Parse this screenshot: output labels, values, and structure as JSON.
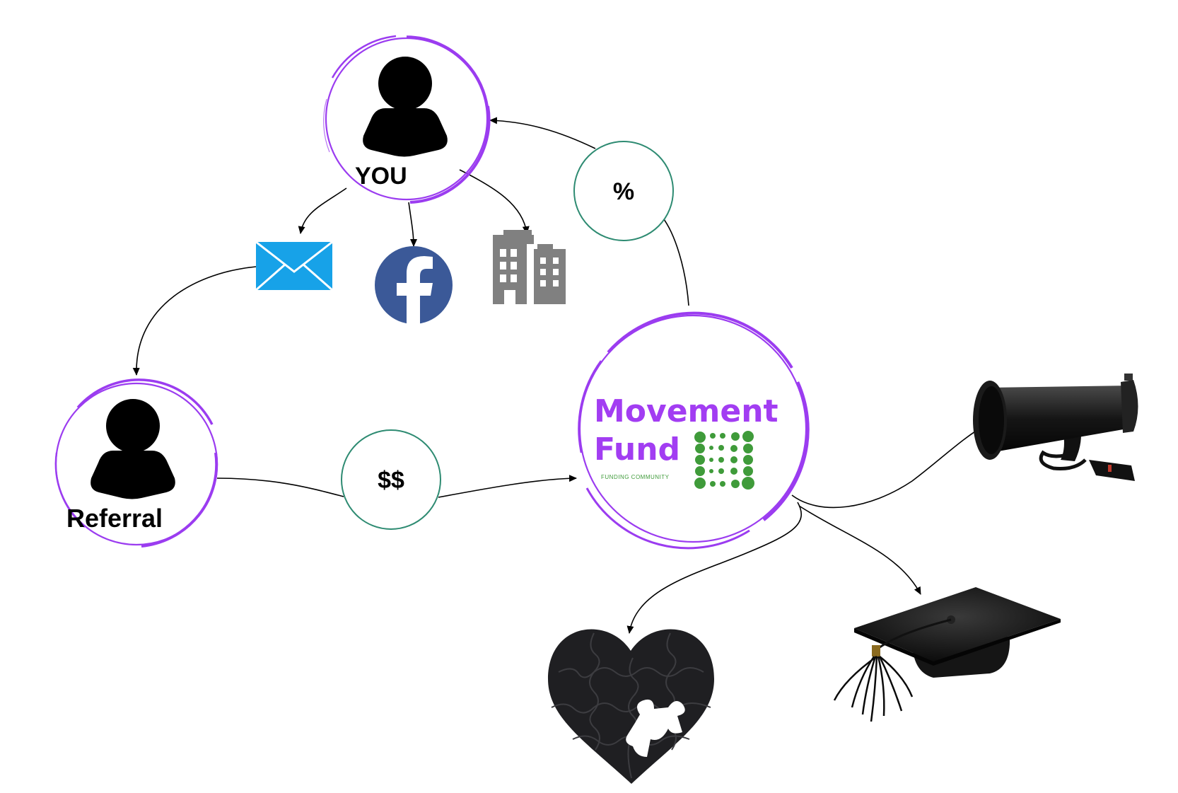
{
  "nodes": {
    "you": {
      "label": "YOU"
    },
    "referral": {
      "label": "Referral"
    },
    "percent": {
      "label": "%"
    },
    "money": {
      "label": "$$"
    },
    "fund": {
      "line1": "Movement",
      "line2": "Fund",
      "tagline": "FUNDING COMMUNITY"
    }
  },
  "icons": [
    "user-icon",
    "envelope-icon",
    "facebook-icon",
    "buildings-icon",
    "megaphone-icon",
    "graduation-cap-icon",
    "puzzle-heart-icon"
  ],
  "colors": {
    "ring": "#9b3cf0",
    "badge_ring": "#2e8b72",
    "brand_purple": "#a23df2",
    "brand_green": "#3f9b3a",
    "envelope": "#17a2e8",
    "facebook": "#3b5998",
    "buildings": "#808080",
    "arrow": "#000000"
  }
}
